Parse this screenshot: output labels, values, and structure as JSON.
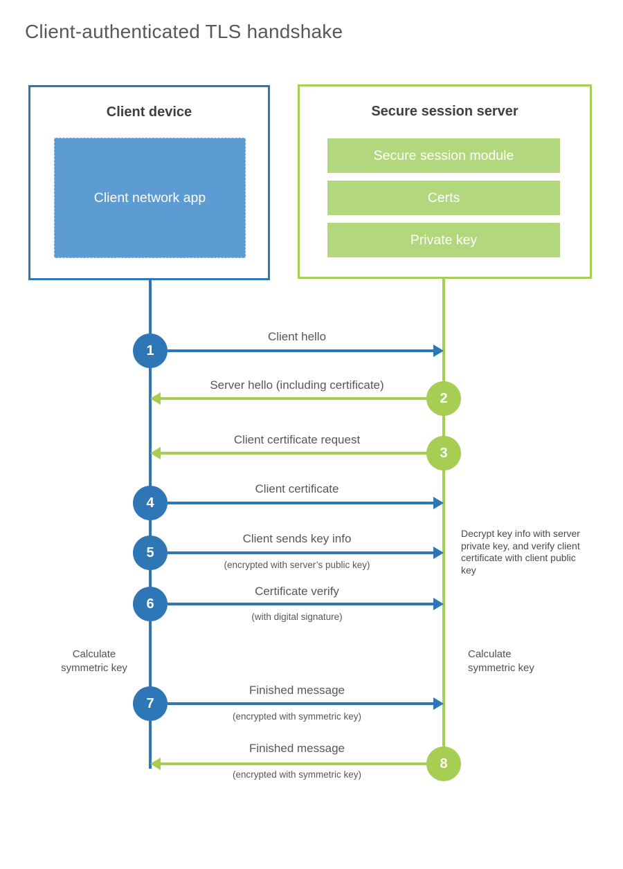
{
  "title": "Client-authenticated TLS handshake",
  "colors": {
    "blue": "#2e76b6",
    "blue_light": "#5d9bd3",
    "green": "#a5ce52",
    "green_light": "#b3d77d"
  },
  "client_box": {
    "title": "Client device",
    "app_label": "Client network app"
  },
  "server_box": {
    "title": "Secure session server",
    "modules": [
      {
        "label": "Secure session module"
      },
      {
        "label": "Certs"
      },
      {
        "label": "Private key"
      }
    ]
  },
  "steps": [
    {
      "num": "1",
      "label": "Client hello",
      "direction": "client-to-server"
    },
    {
      "num": "2",
      "label": "Server hello (including certificate)",
      "direction": "server-to-client"
    },
    {
      "num": "3",
      "label": "Client certificate request",
      "direction": "server-to-client"
    },
    {
      "num": "4",
      "label": "Client certificate",
      "direction": "client-to-server"
    },
    {
      "num": "5",
      "label": "Client sends key info",
      "sublabel": "(encrypted with server’s public key)",
      "direction": "client-to-server"
    },
    {
      "num": "6",
      "label": "Certificate verify",
      "sublabel": "(with digital signature)",
      "direction": "client-to-server"
    },
    {
      "num": "7",
      "label": "Finished message",
      "sublabel": "(encrypted with symmetric key)",
      "direction": "client-to-server"
    },
    {
      "num": "8",
      "label": "Finished message",
      "sublabel": "(encrypted with symmetric key)",
      "direction": "server-to-client"
    }
  ],
  "notes": {
    "decrypt": "Decrypt key info with server private key, and verify client certificate with client public key",
    "calc_left": "Calculate symmetric key",
    "calc_right": "Calculate symmetric key"
  }
}
